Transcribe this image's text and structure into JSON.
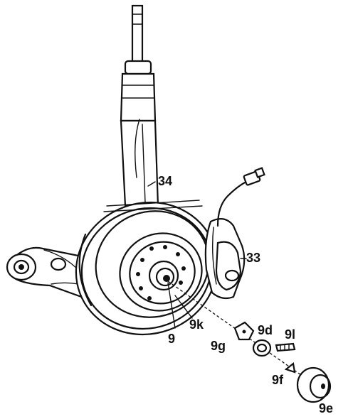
{
  "labels": {
    "strut": "34",
    "caliper": "33",
    "hub_nut": "9",
    "retainer": "9k",
    "washer": "9g",
    "nut": "9d",
    "bolt": "9l",
    "pin": "9f",
    "cap": "9e"
  }
}
